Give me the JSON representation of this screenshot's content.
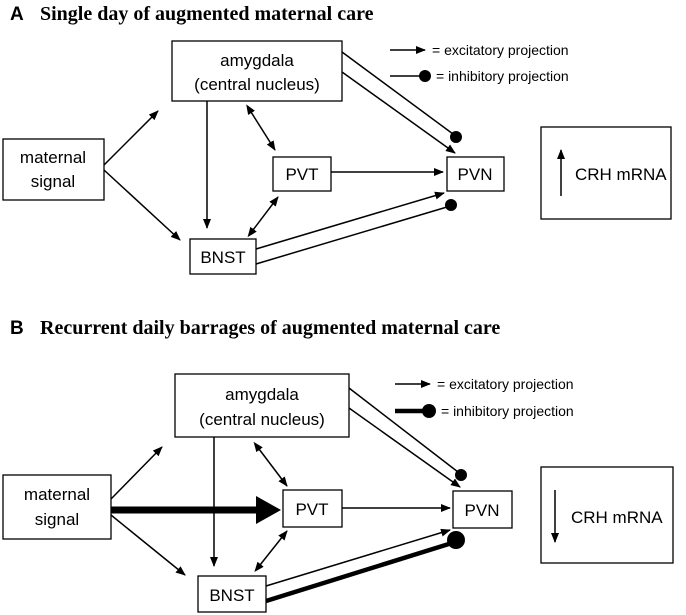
{
  "panels": [
    {
      "letter": "A",
      "title": "Single day of augmented maternal care",
      "nodes": {
        "amygdala_line1": "amygdala",
        "amygdala_line2": "(central nucleus)",
        "maternal_line1": "maternal",
        "maternal_line2": "signal",
        "pvt": "PVT",
        "pvn": "PVN",
        "bnst": "BNST",
        "result": "CRH mRNA"
      },
      "result_direction": "up",
      "legend": {
        "excitatory": "= excitatory projection",
        "inhibitory": "= inhibitory projection"
      }
    },
    {
      "letter": "B",
      "title": "Recurrent daily barrages of augmented maternal care",
      "nodes": {
        "amygdala_line1": "amygdala",
        "amygdala_line2": "(central nucleus)",
        "maternal_line1": "maternal",
        "maternal_line2": "signal",
        "pvt": "PVT",
        "pvn": "PVN",
        "bnst": "BNST",
        "result": "CRH mRNA"
      },
      "result_direction": "down",
      "legend": {
        "excitatory": "= excitatory projection",
        "inhibitory": "= inhibitory projection"
      }
    }
  ]
}
